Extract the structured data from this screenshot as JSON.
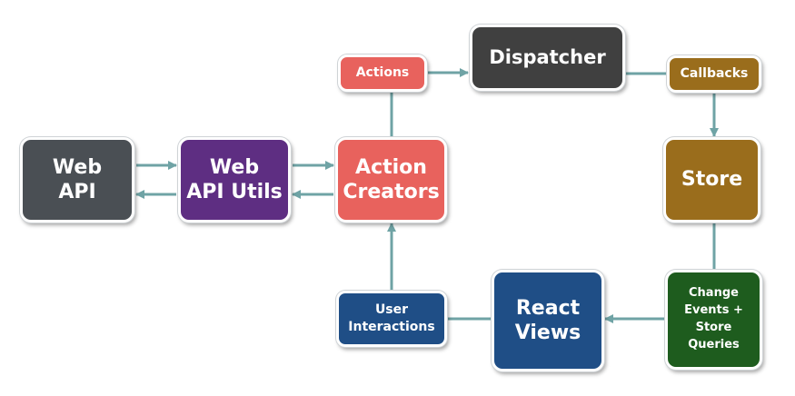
{
  "colors": {
    "arrow": "#6fa3a5",
    "web_api": "#4a4f54",
    "web_api_utils": "#5e2e82",
    "action_creators": "#e8625d",
    "actions": "#e8625d",
    "dispatcher": "#404040",
    "callbacks": "#9a6d1c",
    "store": "#9a6d1c",
    "change_events": "#1e5c1e",
    "react_views": "#1f4e86",
    "user_interactions": "#1f4e86"
  },
  "nodes": {
    "web_api": "Web\nAPI",
    "web_api_utils": "Web\nAPI Utils",
    "action_creators": "Action\nCreators",
    "actions": "Actions",
    "dispatcher": "Dispatcher",
    "callbacks": "Callbacks",
    "store": "Store",
    "change_events": "Change\nEvents +\nStore\nQueries",
    "react_views": "React\nViews",
    "user_interactions": "User\nInteractions"
  }
}
